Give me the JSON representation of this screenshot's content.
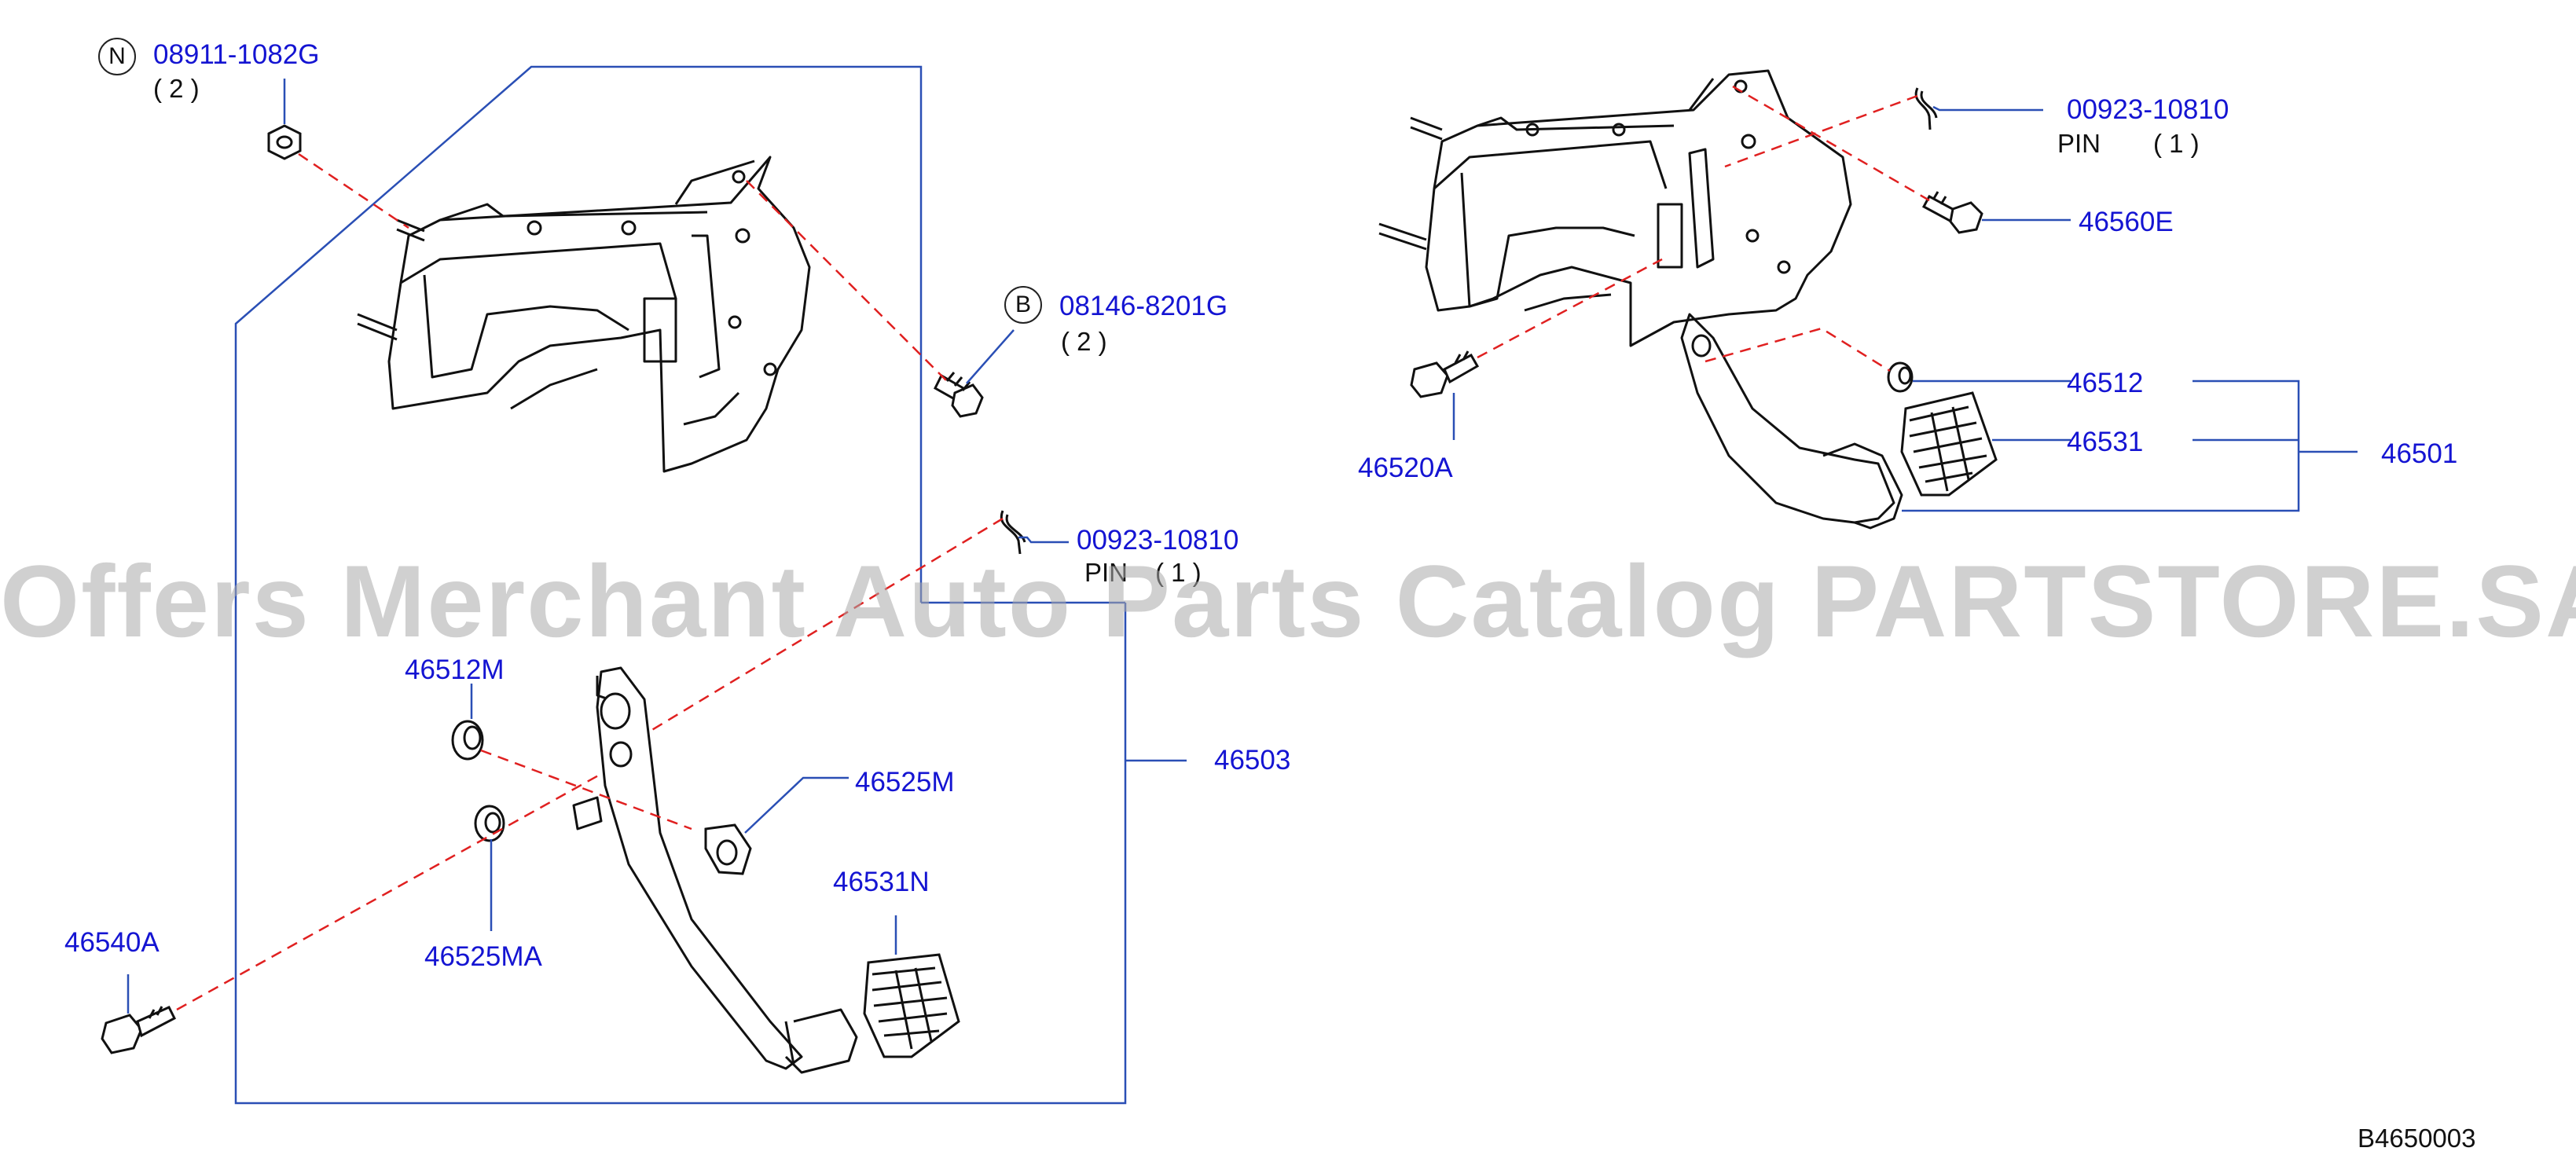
{
  "watermark": "Offers Merchant Auto Parts Catalog PARTSTORE.SA",
  "figure_code": "B4650003",
  "colors": {
    "callout": "#1414d2",
    "leader": "#2a4fb5",
    "dashed": "#e02020",
    "drawing": "#111111"
  },
  "left_assembly": {
    "nut": {
      "marker": "N",
      "part": "08911-1082G",
      "qty": "( 2 )"
    },
    "bolt": {
      "marker": "B",
      "part": "08146-8201G",
      "qty": "( 2 )"
    },
    "pin": {
      "part": "00923-10810",
      "name": "PIN",
      "qty": "( 1 )"
    },
    "bushing": "46512M",
    "bracket_clip": "46525M",
    "bushing_small": "46525MA",
    "pedal_pad": "46531N",
    "pivot_bolt": "46540A",
    "pedal_assembly": "46503"
  },
  "right_assembly": {
    "pin": {
      "part": "00923-10810",
      "name": "PIN",
      "qty": "( 1 )"
    },
    "bolt": "46560E",
    "stopper": "46512",
    "pad": "46531",
    "pedal_assembly": "46501",
    "pivot_bolt": "46520A"
  }
}
